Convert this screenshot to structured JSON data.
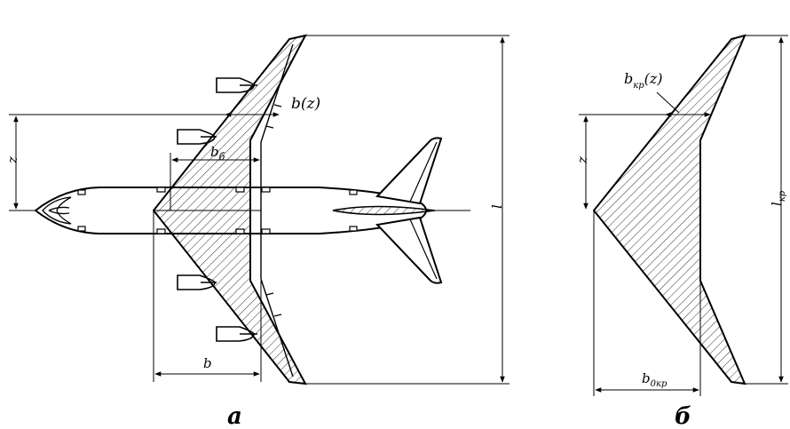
{
  "figure_a": {
    "caption": "а",
    "label_bz": "b(z)",
    "label_bb_main": "b",
    "label_bb_sub": "б",
    "label_z": "z",
    "label_b": "b",
    "label_l": "l"
  },
  "figure_b": {
    "caption": "б",
    "label_bkr_main": "b",
    "label_bkr_sub": "кр",
    "label_bkr_z": "(z)",
    "label_z": "z",
    "label_lkr_main": "l",
    "label_lkr_sub": "кр",
    "label_b0kr_main": "b",
    "label_b0kr_sub": "0кр"
  },
  "colors": {
    "ink": "#000000",
    "background": "#ffffff"
  }
}
